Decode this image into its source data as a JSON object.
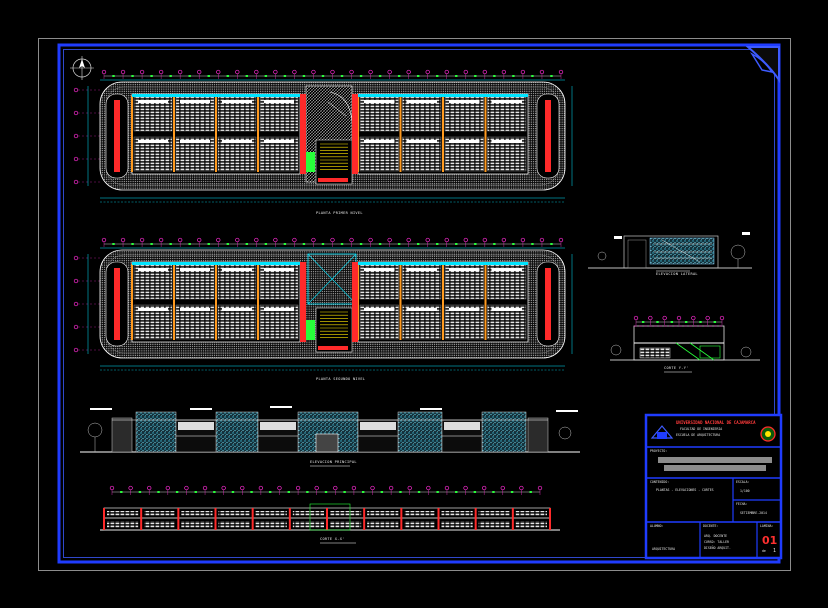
{
  "drawing": {
    "title": "",
    "colors": {
      "background": "#000000",
      "sheet_border": "#1f3cff",
      "frame": "#3d5bff",
      "cyan": "#00e5ff",
      "magenta": "#ff2bd6",
      "green": "#27ff3a",
      "yellow": "#ffe600",
      "red": "#ff2a2a",
      "orange": "#ff9a1f",
      "white": "#ffffff",
      "gray": "#9a9a9a"
    }
  },
  "views": {
    "plan_1": {
      "caption": "PLANTA PRIMER NIVEL"
    },
    "plan_2": {
      "caption": "PLANTA SEGUNDO NIVEL"
    },
    "elevation_side": {
      "caption": "ELEVACION LATERAL"
    },
    "section_y": {
      "caption": "CORTE Y-Y'"
    },
    "elevation_main": {
      "caption": "ELEVACION PRINCIPAL"
    },
    "section_x": {
      "caption": "CORTE X-X'"
    }
  },
  "title_block": {
    "university": "UNIVERSIDAD NACIONAL DE CAJAMARCA",
    "faculty": "FACULTAD DE INGENIERIA",
    "school": "ESCUELA DE ARQUITECTURA",
    "project_label": "PROYECTO:",
    "content_label": "CONTENIDO:",
    "content_value": "PLANTAS - ELEVACIONES - CORTES",
    "scale_label": "ESCALA:",
    "scale_value": "1/100",
    "date_label": "FECHA:",
    "date_value": "SETIEMBRE-2014",
    "student_label": "ALUMNO:",
    "student_value": "ARQUITECTURA",
    "teacher_label": "DOCENTE:",
    "teacher_lines": [
      "ARQ. DOCENTE",
      "CURSO: TALLER",
      "DISEÑO ARQUIT."
    ],
    "sheet_label": "LAMINA:",
    "sheet_number": "01",
    "sheet_of": "de",
    "sheet_total": "1"
  }
}
